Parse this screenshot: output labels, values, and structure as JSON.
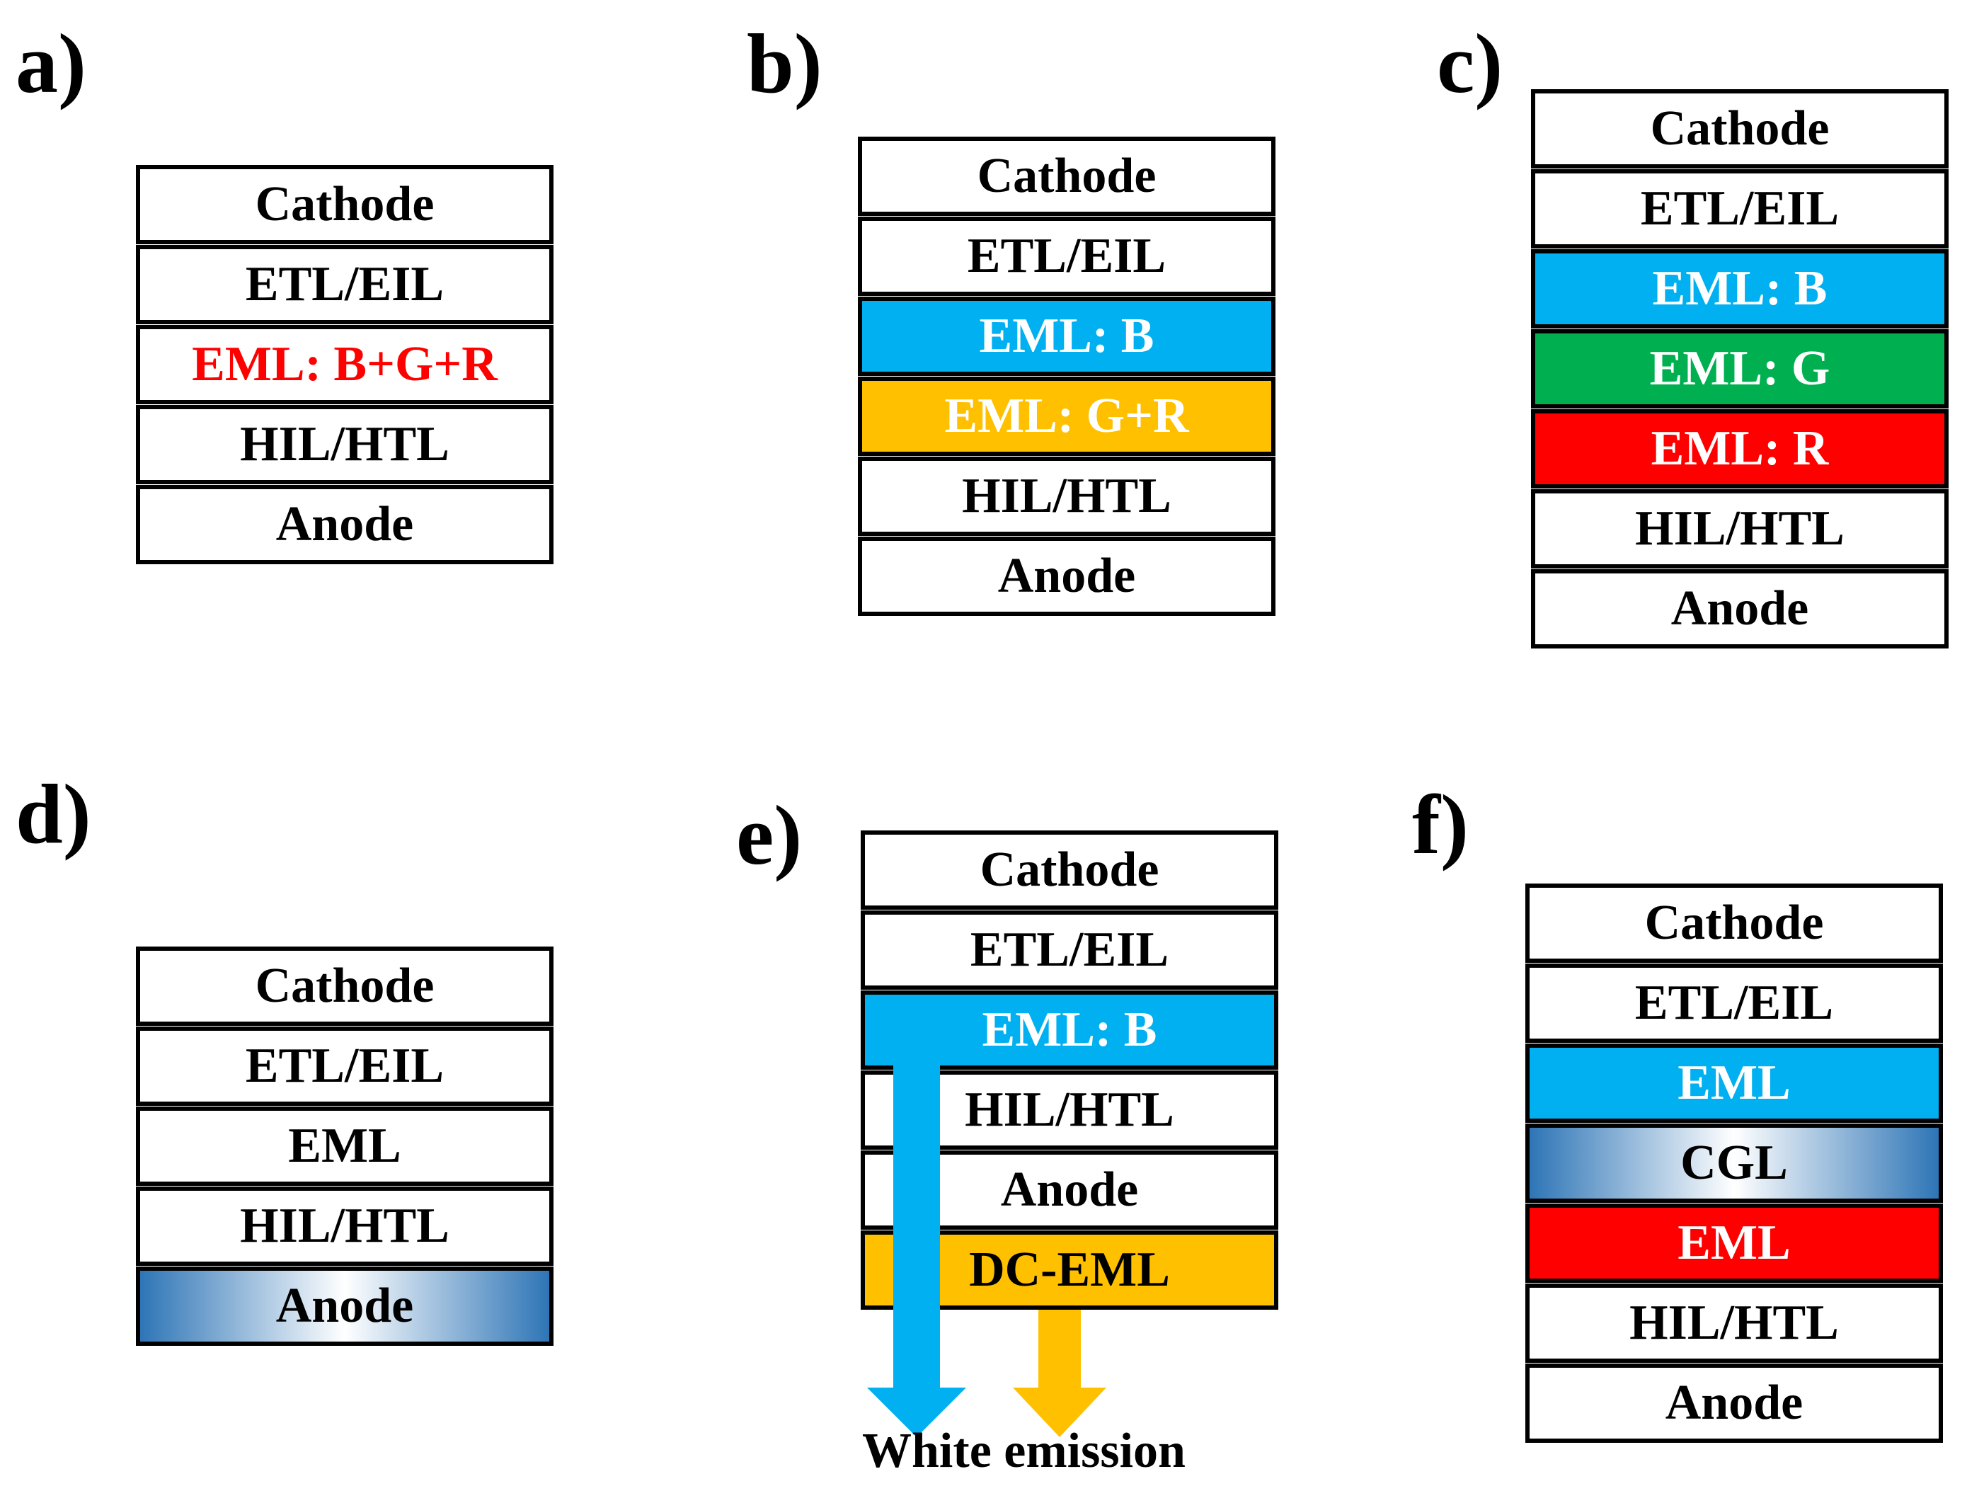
{
  "panels": [
    {
      "label": "a)",
      "layers": [
        {
          "text": "Cathode",
          "fill": "white"
        },
        {
          "text": "ETL/EIL",
          "fill": "white"
        },
        {
          "text": "EML: B+G+R",
          "fill": "white",
          "text_color": "red"
        },
        {
          "text": "HIL/HTL",
          "fill": "white"
        },
        {
          "text": "Anode",
          "fill": "white"
        }
      ]
    },
    {
      "label": "b)",
      "layers": [
        {
          "text": "Cathode",
          "fill": "white"
        },
        {
          "text": "ETL/EIL",
          "fill": "white"
        },
        {
          "text": "EML: B",
          "fill": "blue"
        },
        {
          "text": "EML: G+R",
          "fill": "orange"
        },
        {
          "text": "HIL/HTL",
          "fill": "white"
        },
        {
          "text": "Anode",
          "fill": "white"
        }
      ]
    },
    {
      "label": "c)",
      "layers": [
        {
          "text": "Cathode",
          "fill": "white"
        },
        {
          "text": "ETL/EIL",
          "fill": "white"
        },
        {
          "text": "EML: B",
          "fill": "blue"
        },
        {
          "text": "EML: G",
          "fill": "green"
        },
        {
          "text": "EML: R",
          "fill": "red"
        },
        {
          "text": "HIL/HTL",
          "fill": "white"
        },
        {
          "text": "Anode",
          "fill": "white"
        }
      ]
    },
    {
      "label": "d)",
      "layers": [
        {
          "text": "Cathode",
          "fill": "white"
        },
        {
          "text": "ETL/EIL",
          "fill": "white"
        },
        {
          "text": "EML",
          "fill": "white"
        },
        {
          "text": "HIL/HTL",
          "fill": "white"
        },
        {
          "text": "Anode",
          "fill": "gradient"
        }
      ]
    },
    {
      "label": "e)",
      "layers": [
        {
          "text": "Cathode",
          "fill": "white"
        },
        {
          "text": "ETL/EIL",
          "fill": "white"
        },
        {
          "text": "EML: B",
          "fill": "blue"
        },
        {
          "text": "HIL/HTL",
          "fill": "white"
        },
        {
          "text": "Anode",
          "fill": "white"
        },
        {
          "text": "DC-EML",
          "fill": "orange",
          "text_color": "black"
        }
      ],
      "caption": "White emission"
    },
    {
      "label": "f)",
      "layers": [
        {
          "text": "Cathode",
          "fill": "white"
        },
        {
          "text": "ETL/EIL",
          "fill": "white"
        },
        {
          "text": "EML",
          "fill": "blue"
        },
        {
          "text": "CGL",
          "fill": "gradient"
        },
        {
          "text": "EML",
          "fill": "red"
        },
        {
          "text": "HIL/HTL",
          "fill": "white"
        },
        {
          "text": "Anode",
          "fill": "white"
        }
      ]
    }
  ],
  "colors": {
    "blue": "#00b0f0",
    "orange": "#ffc000",
    "green": "#00b050",
    "red": "#ff0000",
    "gradient_edge": "#2e75b6",
    "arrow_blue": "#00b0f0",
    "arrow_orange": "#ffc000"
  }
}
